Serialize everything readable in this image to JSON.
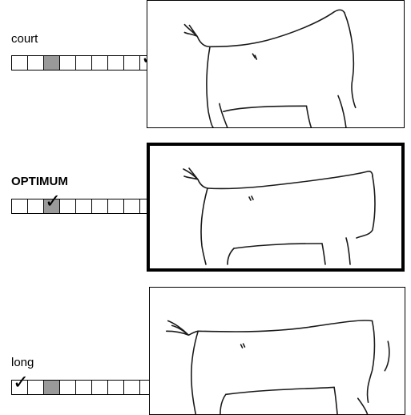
{
  "panels": [
    {
      "label": "court",
      "label_bold": false,
      "cell_count": 9,
      "shaded_cell": 3,
      "checked_cell": 9
    },
    {
      "label": "OPTIMUM",
      "label_bold": true,
      "cell_count": 9,
      "shaded_cell": 3,
      "checked_cell": 3
    },
    {
      "label": "long",
      "label_bold": false,
      "cell_count": 9,
      "shaded_cell": 3,
      "checked_cell": 1
    }
  ],
  "check_glyph": "✓",
  "colors": {
    "shaded_cell": "#9a9a9a",
    "frame": "#000000"
  }
}
